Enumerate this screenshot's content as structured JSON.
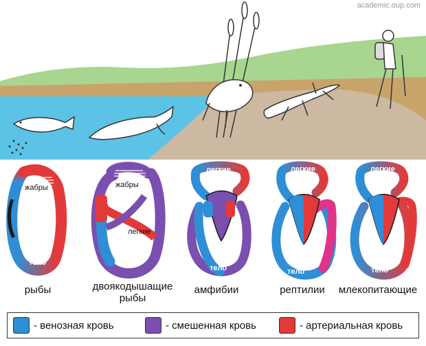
{
  "credit": "academic.oup.com",
  "colors": {
    "venous": "#2e8fd6",
    "mixed": "#7a4fb0",
    "arterial": "#e23a3a",
    "mixed_pink": "#e0338a"
  },
  "labels": {
    "gills": "жабры",
    "lungs": "легкие",
    "body": "тело"
  },
  "captions": {
    "fish": "рыбы",
    "lungfish_1": "двоякодышащие",
    "lungfish_2": "рыбы",
    "amphibians": "амфибии",
    "reptiles": "рептилии",
    "mammals": "млекопитающие"
  },
  "legend": {
    "venous": "- венозная кровь",
    "mixed": "- смешенная кровь",
    "arterial": "- артериальная кровь"
  }
}
